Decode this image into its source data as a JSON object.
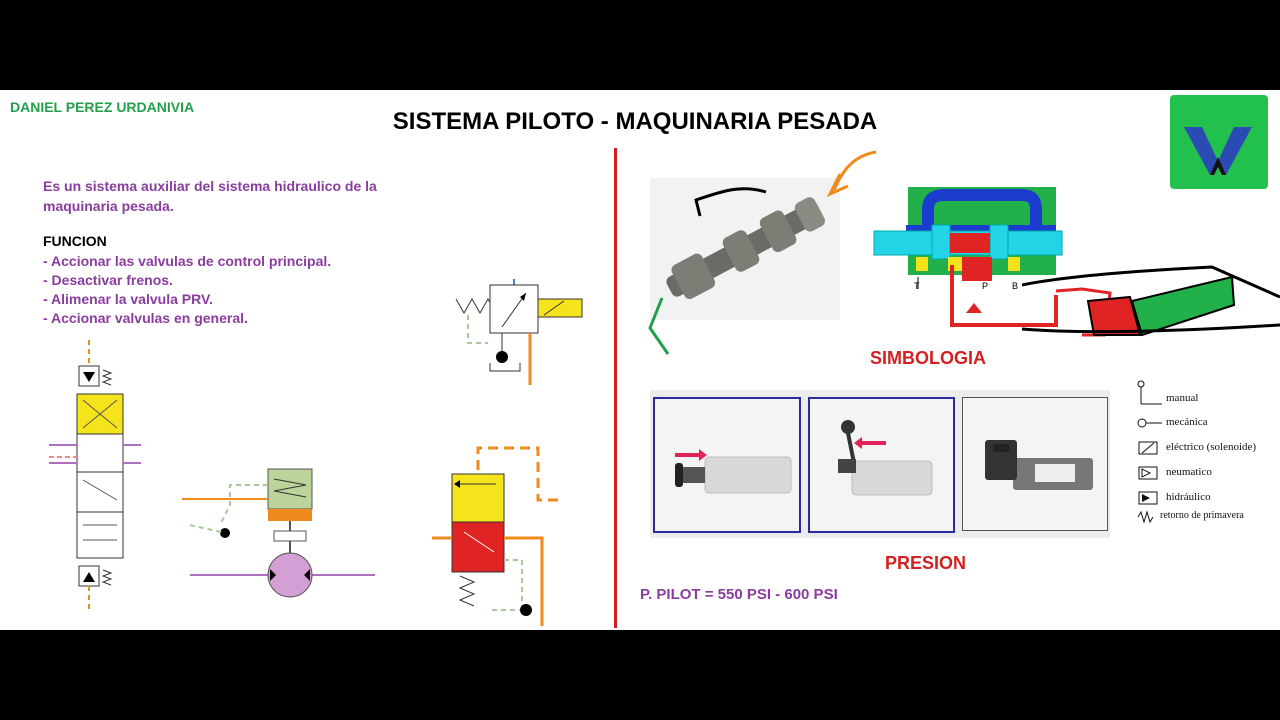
{
  "header": {
    "author": "DANIEL PEREZ URDANIVIA",
    "title": "SISTEMA PILOTO - MAQUINARIA PESADA"
  },
  "intro": "Es un sistema auxiliar del sistema hidraulico de la maquinaria pesada.",
  "funcion": {
    "title": "FUNCION",
    "items": [
      "- Accionar las valvulas de control principal.",
      "- Desactivar frenos.",
      "- Alimenar la valvula PRV.",
      "- Accionar valvulas en general."
    ]
  },
  "simbologia": {
    "title": "SIMBOLOGIA",
    "legend": [
      {
        "label": "manual",
        "icon": "manual-icon"
      },
      {
        "label": "mecánica",
        "icon": "mechanical-icon"
      },
      {
        "label": "eléctrico (solenoide)",
        "icon": "solenoid-icon"
      },
      {
        "label": "neumatico",
        "icon": "pneumatic-icon"
      },
      {
        "label": "hidráulico",
        "icon": "hydraulic-icon"
      },
      {
        "label": "retorno de primavera",
        "icon": "spring-return-icon"
      }
    ]
  },
  "valve_ports": {
    "t": "T",
    "p": "P",
    "b": "B"
  },
  "presion": {
    "title": "PRESION",
    "value": "P. PILOT = 550 PSI - 600 PSI"
  },
  "colors": {
    "accent_green": "#22a04a",
    "accent_purple": "#8a3d9e",
    "accent_red": "#d42020",
    "pilot_orange": "#f08a1c",
    "pilot_dash_green": "#a8c89a",
    "valve_yellow": "#f5e31b",
    "valve_red": "#e02424",
    "valve_green": "#bcd49c"
  }
}
